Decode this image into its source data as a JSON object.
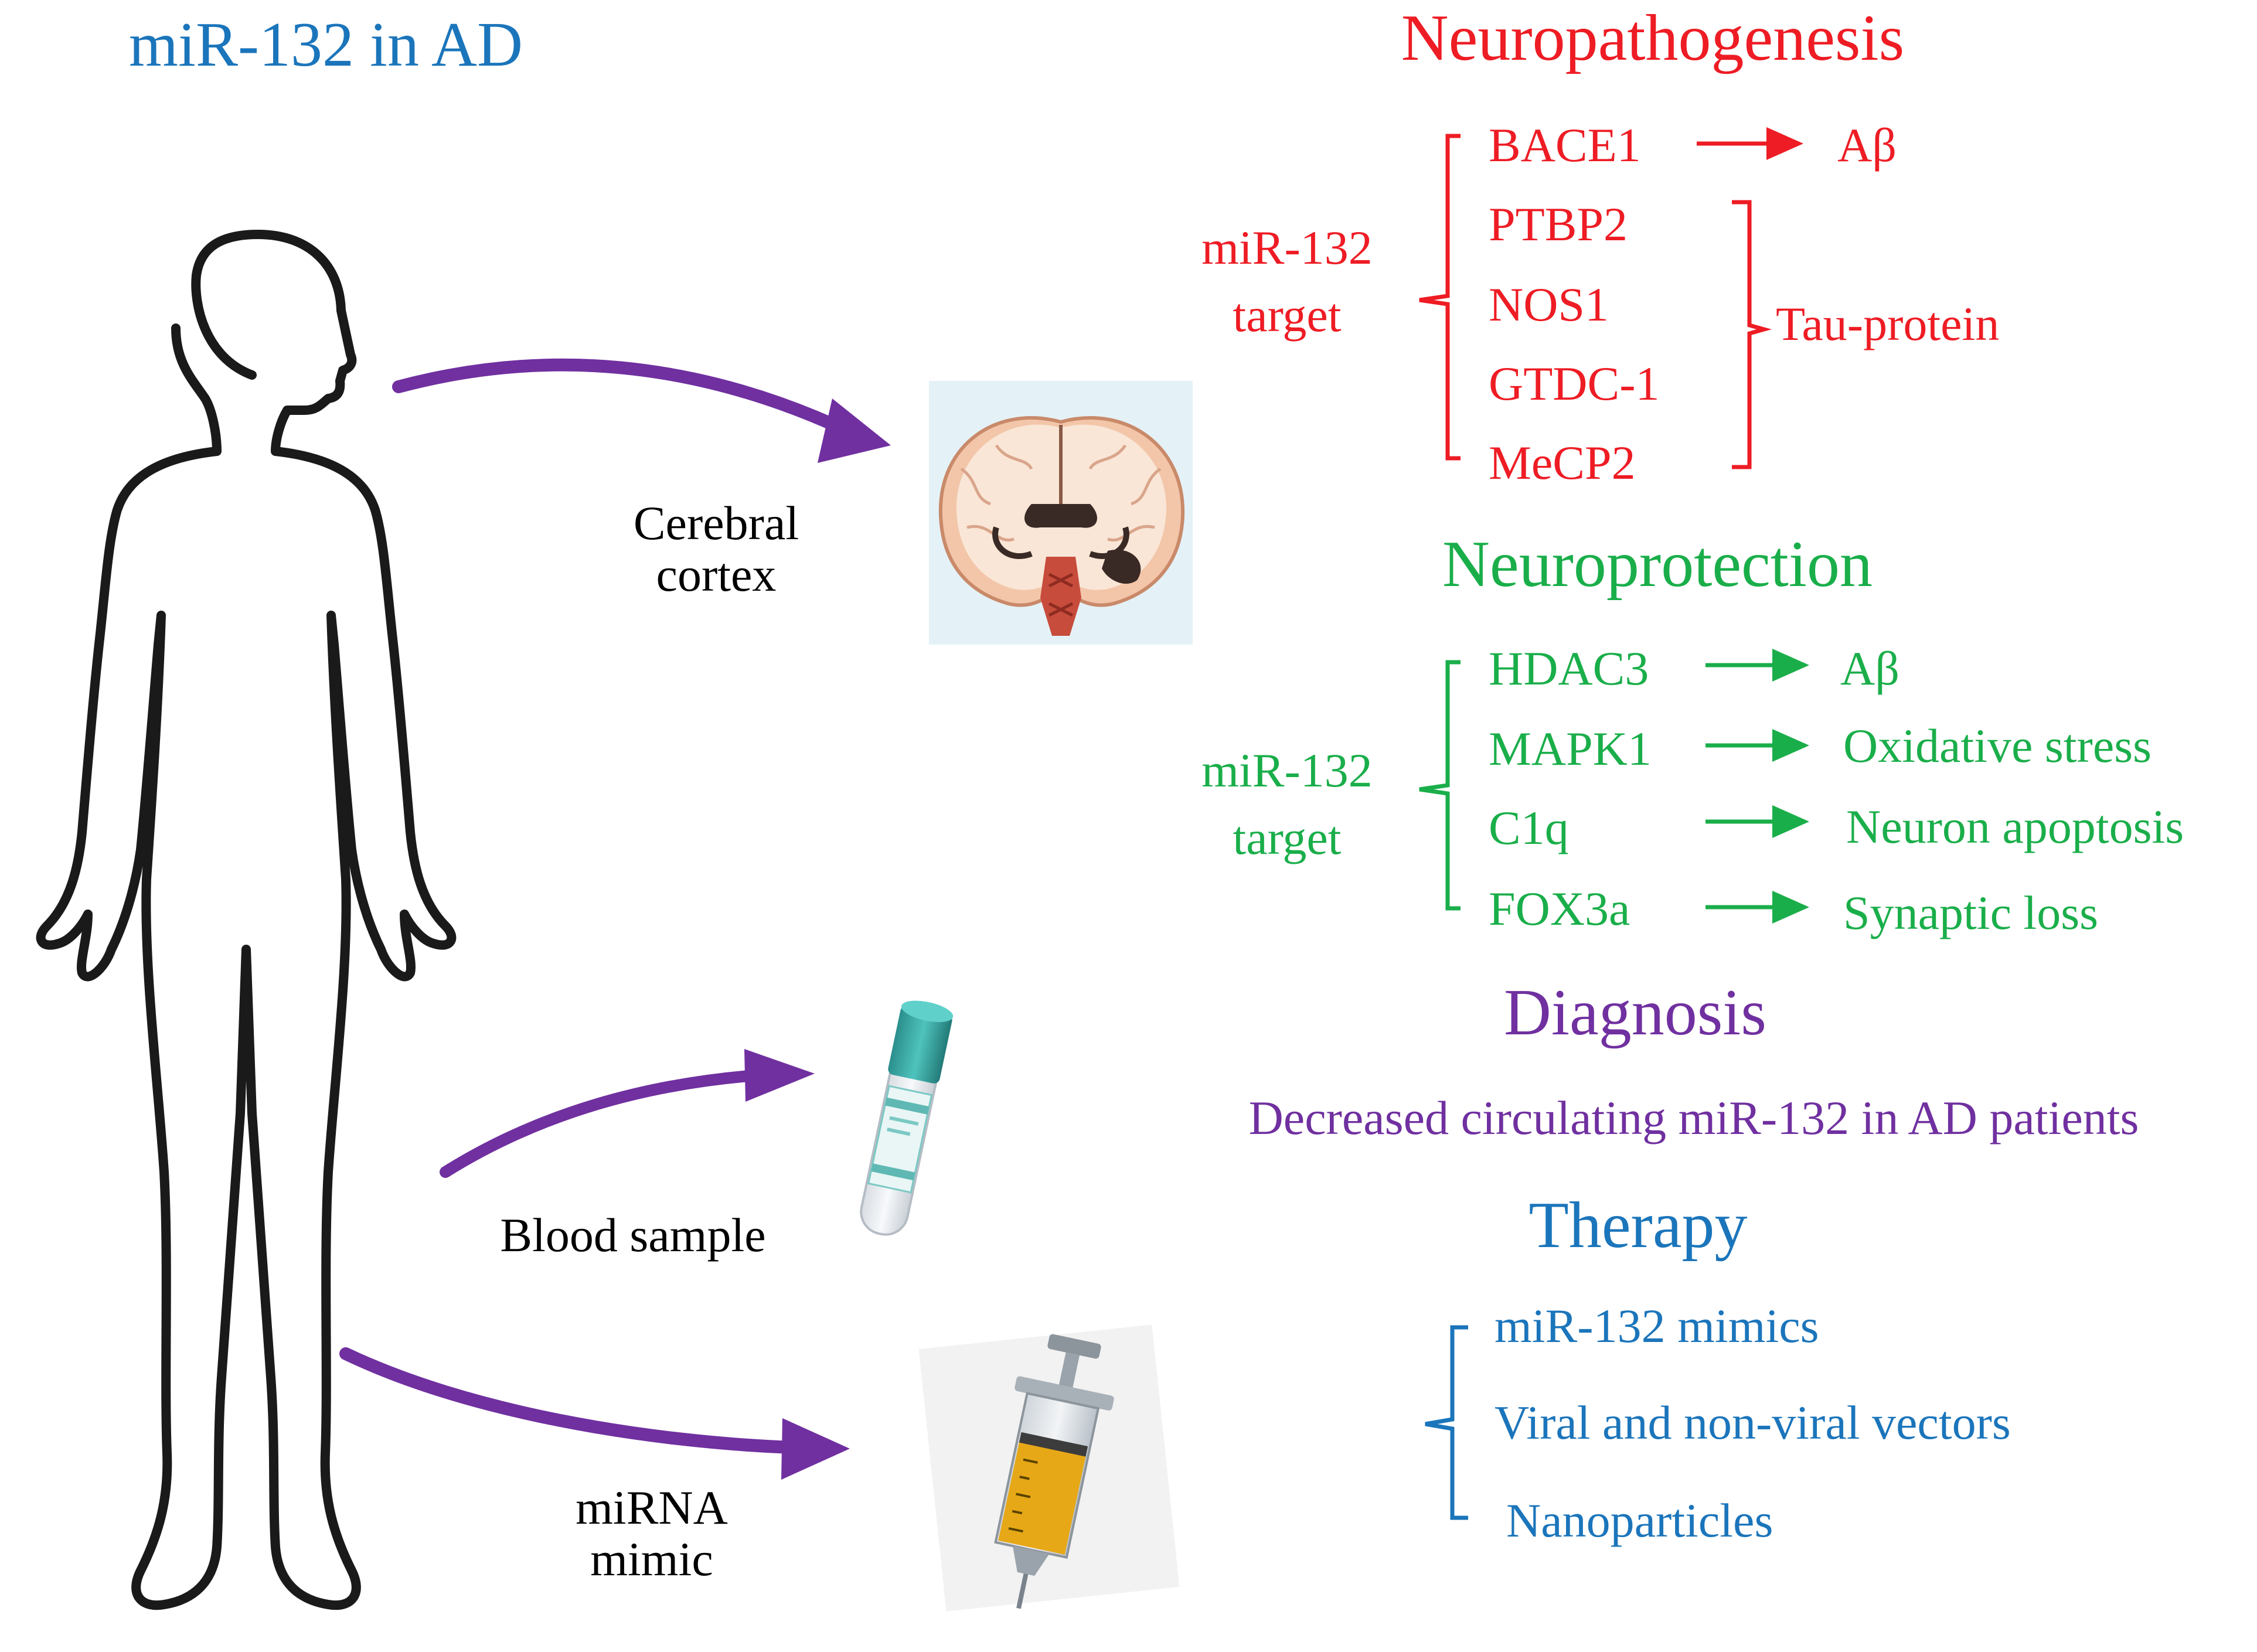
{
  "title": "miR-132 in AD",
  "routes": {
    "cortex": [
      "Cerebral",
      "cortex"
    ],
    "blood": "Blood sample",
    "mimic": [
      "miRNA",
      "mimic"
    ]
  },
  "neuropathogenesis": {
    "heading": "Neuropathogenesis",
    "target_label": [
      "miR-132",
      "target"
    ],
    "genes": [
      "BACE1",
      "PTBP2",
      "NOS1",
      "GTDC-1",
      "MeCP2"
    ],
    "bace1_effect": "Aβ",
    "tau_label": "Tau-protein"
  },
  "neuroprotection": {
    "heading": "Neuroprotection",
    "target_label": [
      "miR-132",
      "target"
    ],
    "pairs": [
      {
        "gene": "HDAC3",
        "effect": "Aβ"
      },
      {
        "gene": "MAPK1",
        "effect": "Oxidative stress"
      },
      {
        "gene": "C1q",
        "effect": "Neuron apoptosis"
      },
      {
        "gene": "FOX3a",
        "effect": "Synaptic loss"
      }
    ]
  },
  "diagnosis": {
    "heading": "Diagnosis",
    "text": "Decreased circulating miR-132 in AD patients"
  },
  "therapy": {
    "heading": "Therapy",
    "items": [
      "miR-132 mimics",
      "Viral and non-viral vectors",
      "Nanoparticles"
    ]
  },
  "colors": {
    "title": "#1b75bb",
    "pathogenesis": "#ee1c24",
    "protection": "#1aae4a",
    "diagnosis": "#7030a0",
    "therapy": "#1b75bb",
    "arrow": "#7030a0",
    "body": "#1a1a1a",
    "label": "#000000"
  }
}
